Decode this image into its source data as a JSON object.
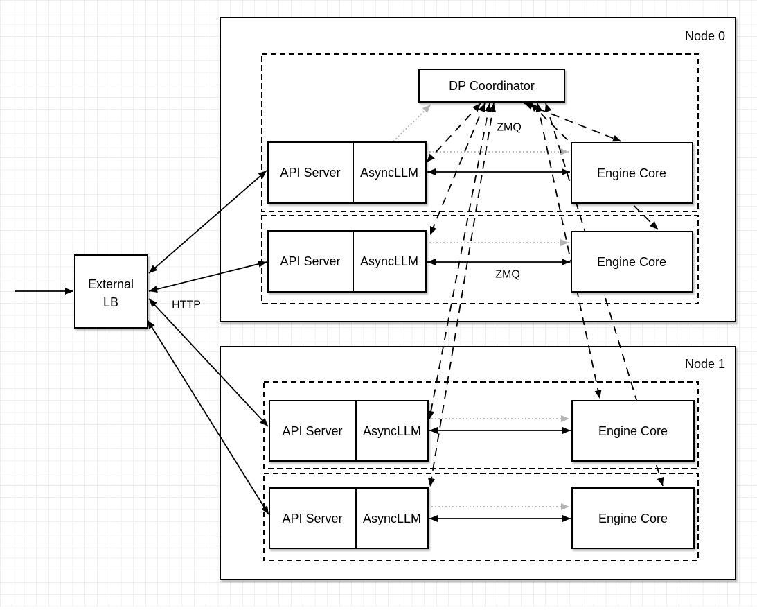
{
  "diagram": {
    "node0_label": "Node 0",
    "node1_label": "Node 1",
    "external_lb": {
      "line1": "External",
      "line2": "LB"
    },
    "dp_coordinator_label": "DP Coordinator",
    "components": {
      "api_server": "API Server",
      "async_llm": "AsyncLLM",
      "engine_core": "Engine Core"
    },
    "edge_labels": {
      "http": "HTTP",
      "zmq_frontend": "ZMQ",
      "zmq_engine": "ZMQ"
    },
    "colors": {
      "line": "#000000",
      "dotted_line": "#b3b3b3",
      "shape_fill": "#ffffff",
      "grid_minor": "#f0f0f0",
      "grid_major": "#dcdcdc"
    }
  }
}
